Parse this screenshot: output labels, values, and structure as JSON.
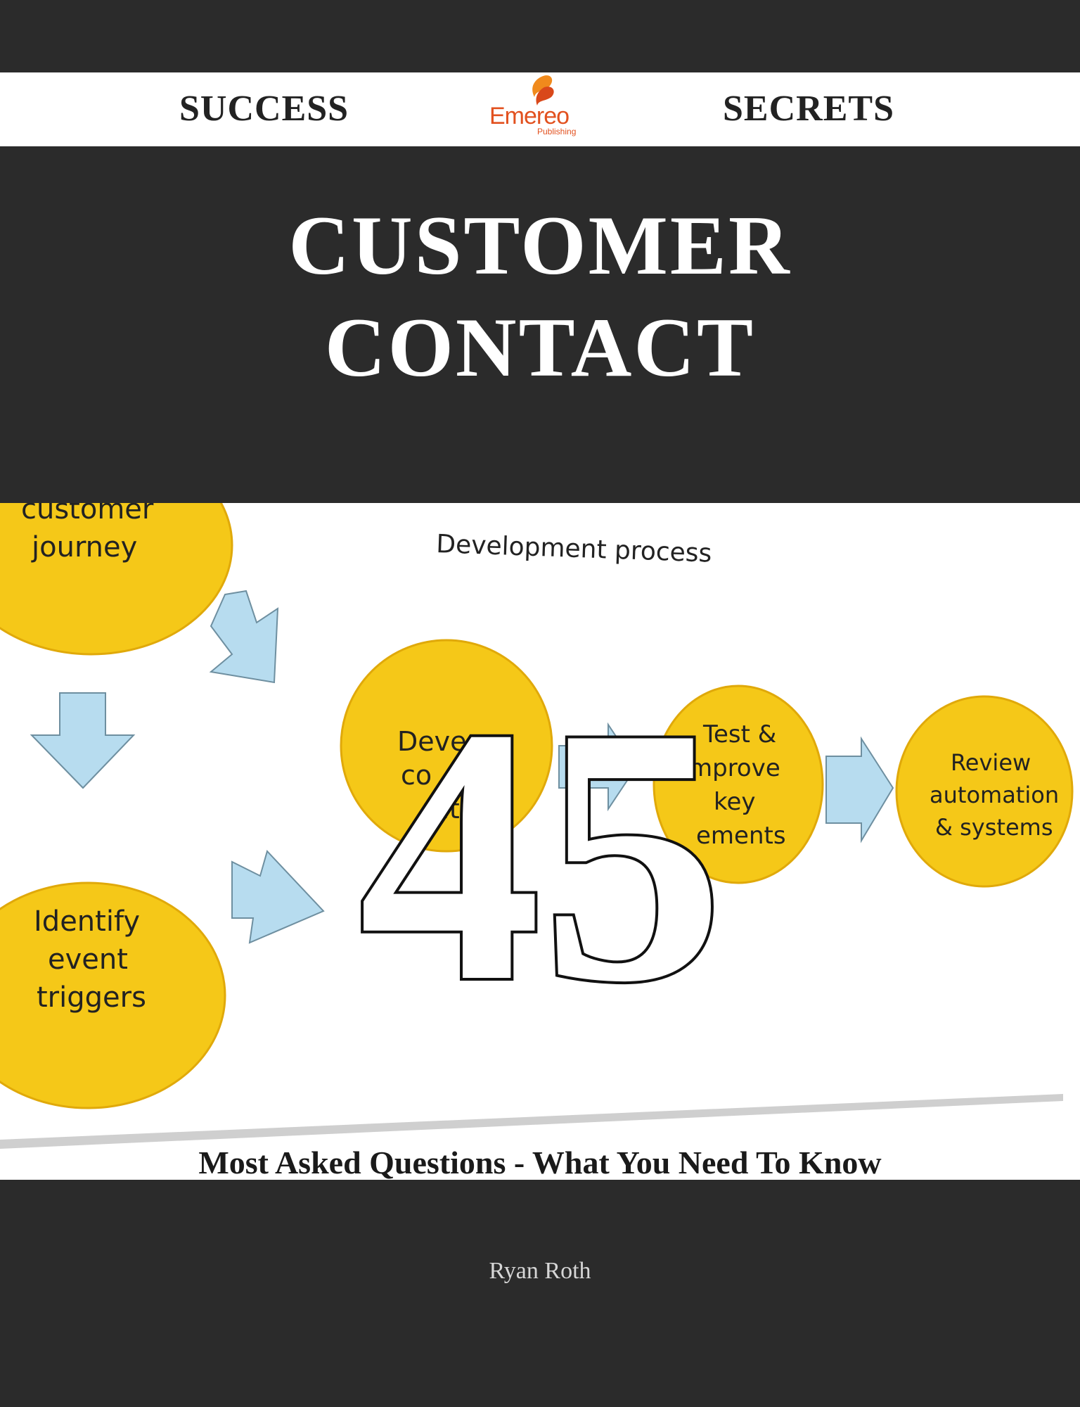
{
  "series": {
    "left": "SUCCESS",
    "right": "SECRETS",
    "publisher_logo": "Emereo",
    "publisher_sub": "Publishing"
  },
  "title": {
    "line1": "CUSTOMER",
    "line2": "CONTACT"
  },
  "diagram": {
    "heading": "Development process",
    "circle_top_left": [
      "customer",
      "journey"
    ],
    "circle_bottom_left": [
      "Identify",
      "event",
      "triggers"
    ],
    "circle_center": [
      "Deve",
      "co",
      "rat"
    ],
    "circle_test": [
      "Test &",
      "mprove",
      "key",
      "ements"
    ],
    "circle_review": [
      "Review",
      "automation",
      "& systems"
    ]
  },
  "number": "45",
  "subtitle": "Most Asked Questions - What You Need To Know",
  "author": "Ryan Roth",
  "colors": {
    "background": "#2b2b2b",
    "circle_yellow": "#f5c818",
    "arrow_blue": "#b7dcef",
    "logo_orange": "#e2511f"
  }
}
